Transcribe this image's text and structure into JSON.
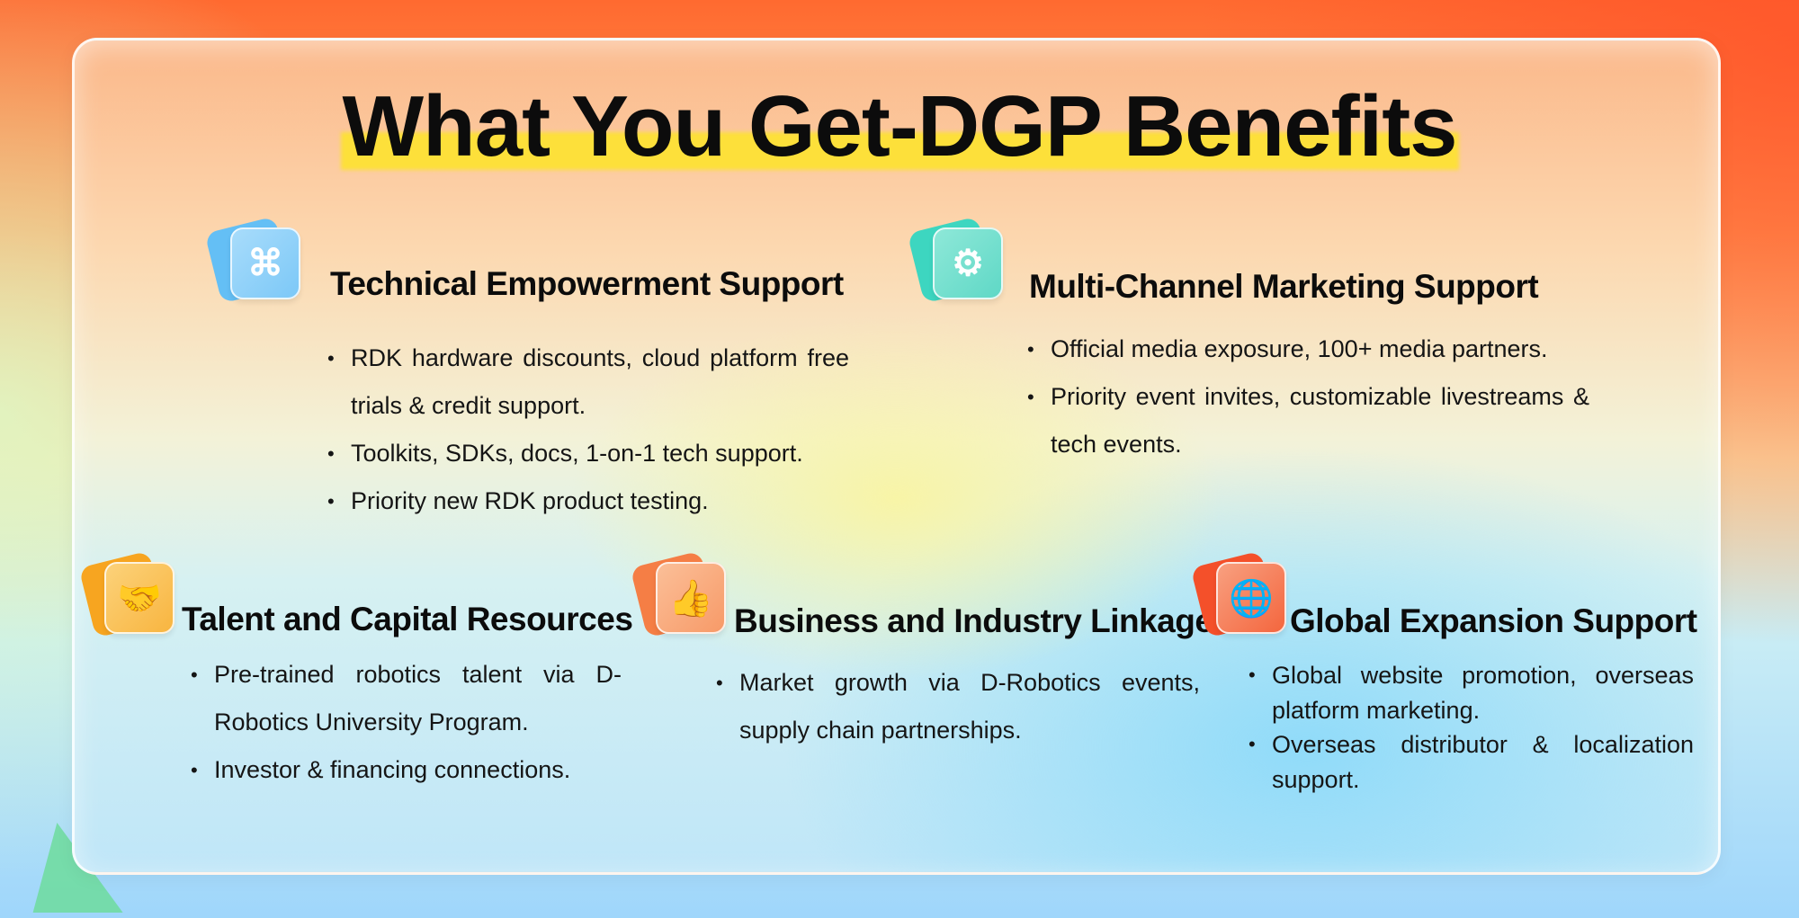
{
  "title": "What You Get-DGP Benefits",
  "colors": {
    "blue": "#64bff5",
    "teal": "#3dd6c0",
    "amber": "#f7a520",
    "orange": "#f57e45",
    "red": "#f4502a",
    "title_highlight": "#fde03a"
  },
  "sections": [
    {
      "heading": "Technical Empowerment Support",
      "icon": "circuit-icon",
      "bullets": [
        "RDK hardware discounts, cloud platform free trials & credit support.",
        "Toolkits, SDKs, docs, 1-on-1 tech support.",
        "Priority new RDK product testing."
      ]
    },
    {
      "heading": "Multi-Channel Marketing Support",
      "icon": "gear-hand-icon",
      "bullets": [
        "Official media exposure, 100+ media partners.",
        "Priority event invites, customizable livestreams & tech events."
      ]
    },
    {
      "heading": "Talent and Capital Resources",
      "icon": "handshake-icon",
      "bullets": [
        "Pre-trained robotics talent via D-Robotics University Program.",
        "Investor & financing connections."
      ]
    },
    {
      "heading": "Business and Industry Linkage",
      "icon": "thumbs-up-icon",
      "bullets": [
        "Market growth via D-Robotics events, supply chain partnerships."
      ]
    },
    {
      "heading": "Global Expansion Support",
      "icon": "globe-icon",
      "bullets": [
        "Global website promotion, overseas platform marketing.",
        "Overseas distributor & localization support."
      ]
    }
  ]
}
